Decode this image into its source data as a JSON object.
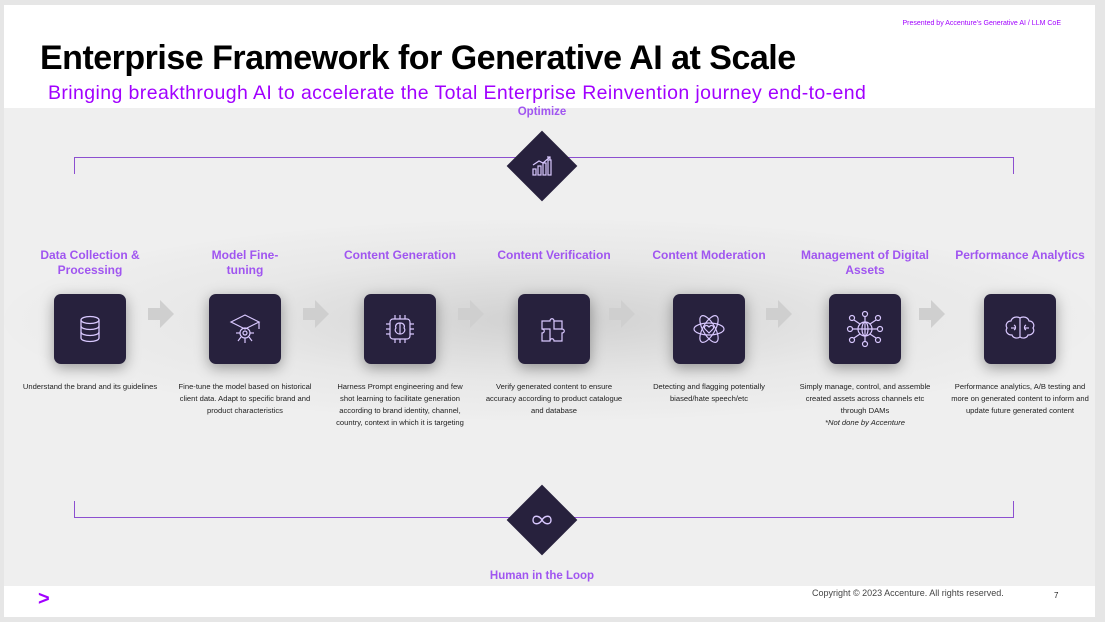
{
  "header": {
    "presented_by": "Presented by Accenture's Generative AI / LLM CoE",
    "title": "Enterprise Framework for Generative AI at Scale",
    "subtitle": "Bringing breakthrough AI to accelerate the Total Enterprise Reinvention journey end-to-end"
  },
  "optimize": {
    "label": "Optimize",
    "icon": "chart-growth-icon"
  },
  "human_loop": {
    "label": "Human in the Loop",
    "icon": "infinity-icon"
  },
  "steps": [
    {
      "title": "Data Collection & Processing",
      "icon": "database-icon",
      "description": "Understand the brand and its guidelines"
    },
    {
      "title": "Model   Fine-tuning",
      "icon": "graduation-chip-icon",
      "description": "Fine-tune the model based on historical client data. Adapt to specific brand and product characteristics"
    },
    {
      "title": "Content Generation",
      "icon": "chip-brain-icon",
      "description": "Harness Prompt engineering and few shot  learning  to facilitate generation according to brand  identity, channel, country, context in which it is targeting"
    },
    {
      "title": "Content Verification",
      "icon": "puzzle-icon",
      "description": "Verify generated content to ensure accuracy according to product catalogue and database"
    },
    {
      "title": "Content Moderation",
      "icon": "atom-heart-icon",
      "description": "Detecting and flagging potentially biased/hate speech/etc"
    },
    {
      "title": "Management of Digital Assets",
      "icon": "globe-network-icon",
      "description": "Simply manage, control, and assemble created assets across channels etc through DAMs",
      "note": "*Not done by Accenture"
    },
    {
      "title": "Performance Analytics",
      "icon": "brain-icon",
      "description": "Performance analytics, A/B testing and more on generated content to inform and update future generated content"
    }
  ],
  "footer": {
    "logo": ">",
    "copyright": "Copyright © 2023 Accenture. All rights reserved.",
    "page_number": "7"
  },
  "colors": {
    "accent": "#a100ff",
    "label_purple": "#a055f0",
    "dark_box": "#27213d",
    "band_bg": "#efefef"
  }
}
